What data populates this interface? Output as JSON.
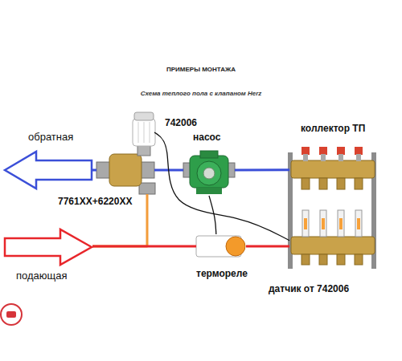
{
  "diagram": {
    "title": "ПРИМЕРЫ МОНТАЖА",
    "caption": "Схема теплого пола с клапаном Herz",
    "nodes": [
      {
        "text": [
          "обратная"
        ]
      },
      {
        "text": [
          "742006",
          "7761XX+6220XX"
        ]
      },
      {
        "text": [
          "насос"
        ]
      },
      {
        "text": [
          "коллектор ТП",
          "датчик от 742006"
        ]
      },
      {
        "text": [
          "подающая"
        ]
      },
      {
        "text": [
          "термореле"
        ]
      }
    ],
    "edges": [
      {
        "from": 1,
        "to": 0,
        "arrow": "none"
      },
      {
        "from": 1,
        "to": 2,
        "arrow": "none"
      },
      {
        "from": 2,
        "to": 3,
        "arrow": "none"
      },
      {
        "from": 4,
        "to": 1,
        "arrow": "none"
      },
      {
        "from": 4,
        "to": 5,
        "arrow": "none"
      },
      {
        "from": 5,
        "to": 3,
        "arrow": "none"
      },
      {
        "from": 1,
        "to": 3,
        "arrow": "none"
      },
      {
        "from": 5,
        "to": 2,
        "arrow": "none"
      }
    ]
  }
}
